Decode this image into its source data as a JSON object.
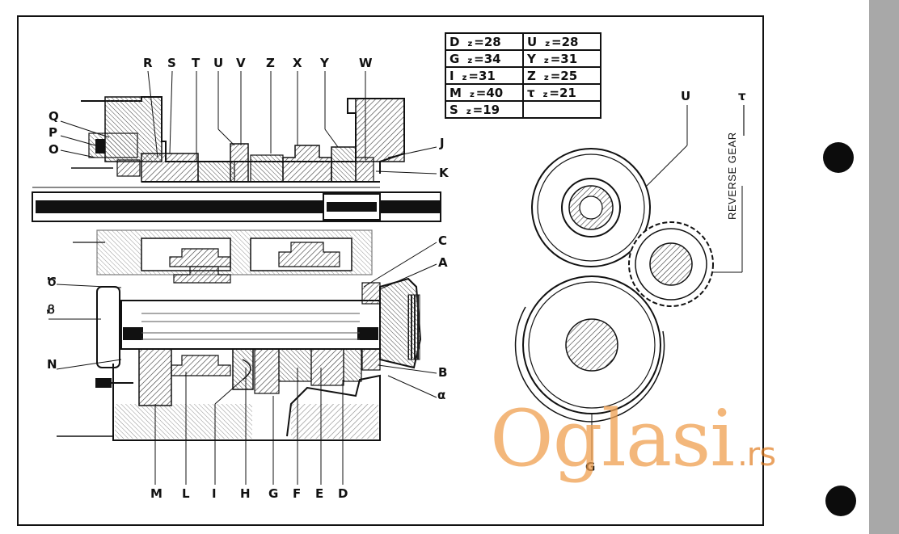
{
  "top_labels": [
    "R",
    "S",
    "T",
    "U",
    "V",
    "Z",
    "X",
    "Y",
    "W"
  ],
  "bottom_labels": [
    "M",
    "L",
    "I",
    "H",
    "G",
    "F",
    "E",
    "D"
  ],
  "left_labels": [
    "Q",
    "P",
    "O",
    "Ծ",
    "Ᏸ",
    "N"
  ],
  "right_labels": [
    "J",
    "K",
    "C",
    "A",
    "B",
    "α"
  ],
  "gear_table": [
    {
      "letter": "D",
      "z_label": "z",
      "z": "=28"
    },
    {
      "letter": "U",
      "z_label": "z",
      "z": "=28"
    },
    {
      "letter": "G",
      "z_label": "z",
      "z": "=34"
    },
    {
      "letter": "Y",
      "z_label": "z",
      "z": "=31"
    },
    {
      "letter": "I",
      "z_label": "z",
      "z": "=31"
    },
    {
      "letter": "Z",
      "z_label": "z",
      "z": "=25"
    },
    {
      "letter": "M",
      "z_label": "z",
      "z": "=40"
    },
    {
      "letter": "τ",
      "z_label": "z",
      "z": "=21"
    },
    {
      "letter": "S",
      "z_label": "z",
      "z": "=19"
    }
  ],
  "reverse_gear": {
    "caption": "REVERSE GEAR",
    "label_u": "U",
    "label_tau": "τ",
    "label_g": "G"
  },
  "watermark": {
    "text": "Oglasi",
    "suffix": ".rs",
    "color": "#f0a050"
  },
  "colors": {
    "ink": "#111111",
    "sidebar": "#a8a8a8",
    "paper": "#ffffff"
  }
}
